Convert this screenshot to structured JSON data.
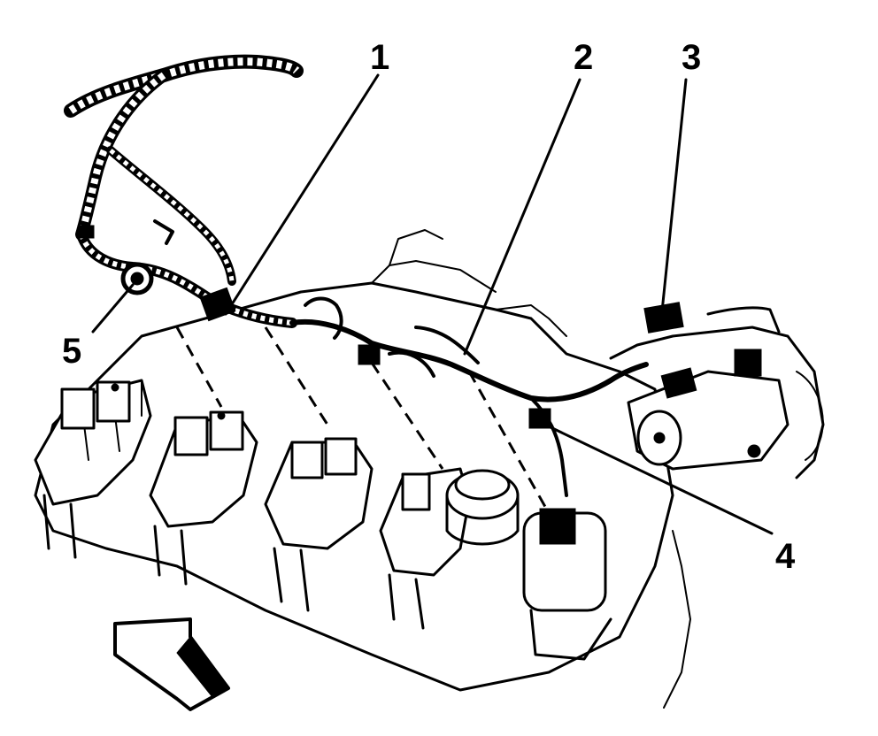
{
  "diagram": {
    "callouts": [
      {
        "label": "1"
      },
      {
        "label": "2"
      },
      {
        "label": "3"
      },
      {
        "label": "4"
      },
      {
        "label": "5"
      }
    ]
  }
}
